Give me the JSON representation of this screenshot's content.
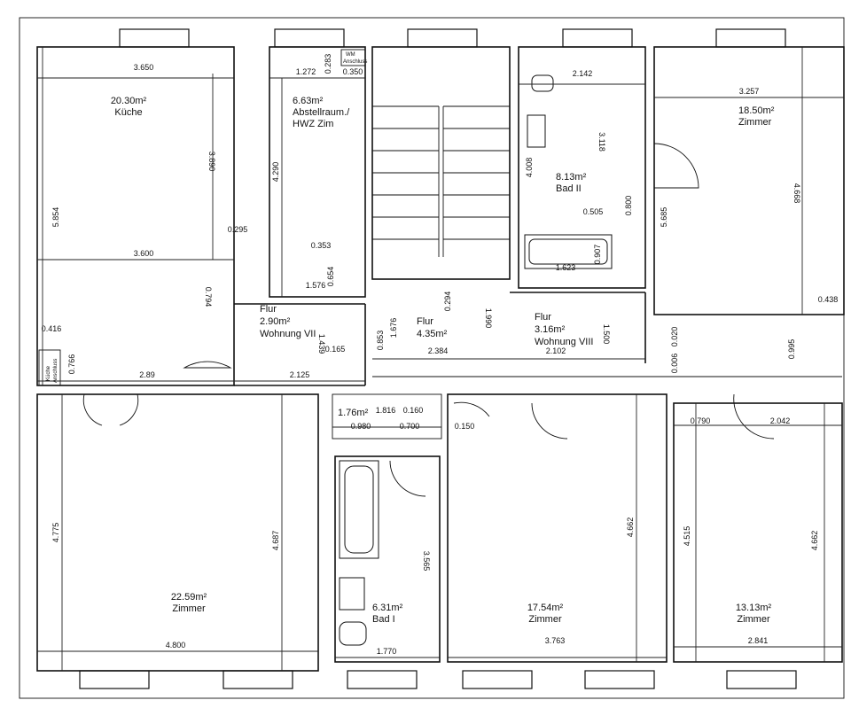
{
  "rooms": {
    "kueche": {
      "area": "20.30m²",
      "name": "Küche"
    },
    "abstell": {
      "area": "6.63m²",
      "name1": "Abstellraum./",
      "name2": "HWZ Zim"
    },
    "bad2": {
      "area": "8.13m²",
      "name": "Bad II"
    },
    "zimmer_tr": {
      "area": "18.50m²",
      "name": "Zimmer"
    },
    "flur_vii": {
      "name": "Flur",
      "area": "2.90m²",
      "sub": "Wohnung VII"
    },
    "flur_mid": {
      "name": "Flur",
      "area": "4.35m²"
    },
    "flur_viii": {
      "name": "Flur",
      "area": "3.16m²",
      "sub": "Wohnung VIII"
    },
    "zimmer_bl": {
      "area": "22.59m²",
      "name": "Zimmer"
    },
    "bad1": {
      "area": "6.31m²",
      "name": "Bad I"
    },
    "zimmer_bm": {
      "area": "17.54m²",
      "name": "Zimmer"
    },
    "zimmer_br": {
      "area": "13.13m²",
      "name": "Zimmer"
    },
    "small": {
      "area": "1.76m²"
    }
  },
  "labels": {
    "wm": "WM",
    "wm_sub": "Anschluss",
    "kueche_anschluss_1": "Küche",
    "kueche_anschluss_2": "Anschluss"
  },
  "dimensions": {
    "d3650": "3.650",
    "d1272": "1.272",
    "d0283": "0.283",
    "d0350": "0.350",
    "d2142": "2.142",
    "d3257": "3.257",
    "d3890": "3.890",
    "d4290": "4.290",
    "d3118": "3.118",
    "d4008": "4.008",
    "d4668": "4.668",
    "d5685": "5.685",
    "d5854": "5.854",
    "d0295": "0.295",
    "d0505": "0.505",
    "d0800": "0.800",
    "d0353": "0.353",
    "d3600": "3.600",
    "d0907": "0.907",
    "d1623": "1.623",
    "d0654": "0.654",
    "d1576": "1.576",
    "d0294": "0.294",
    "d0794": "0.794",
    "d0438": "0.438",
    "d1990": "1.990",
    "d1676": "1.676",
    "d0853": "0.853",
    "d1500": "1.500",
    "d0416": "0.416",
    "d1439": "1.439",
    "d0165": "0.165",
    "d2384": "2.384",
    "d2102": "2.102",
    "d0020": "0.020",
    "d0006": "0.006",
    "d0995": "0.995",
    "d0766": "0.766",
    "d289": "2.89",
    "d2125": "2.125",
    "d1816": "1.816",
    "d0160": "0.160",
    "d0980": "0.980",
    "d0700": "0.700",
    "d0150": "0.150",
    "d0790": "0.790",
    "d2042": "2.042",
    "d4775": "4.775",
    "d4687": "4.687",
    "d3565": "3.565",
    "d4662a": "4.662",
    "d4515": "4.515",
    "d4662b": "4.662",
    "d4800": "4.800",
    "d1770": "1.770",
    "d3763": "3.763",
    "d2841": "2.841"
  }
}
